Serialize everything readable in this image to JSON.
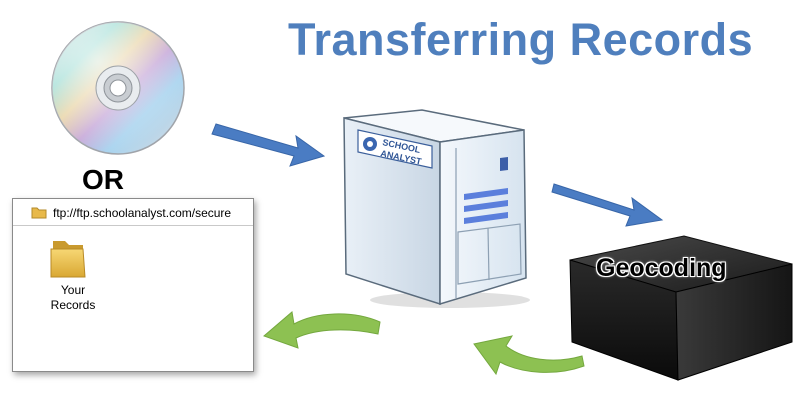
{
  "title": "Transferring Records",
  "or_label": "OR",
  "ftp": {
    "url": "ftp://ftp.schoolanalyst.com/secure",
    "folder_label_line1": "Your",
    "folder_label_line2": "Records"
  },
  "server_logo_line1": "SCHOOL",
  "server_logo_line2": "ANALYST",
  "geocoding_label": "Geocoding",
  "colors": {
    "title": "#4f7fbd",
    "blue_arrow": "#4a7cc3",
    "green_arrow": "#8dc152"
  },
  "icons": [
    "cd-disc-icon",
    "folder-icon",
    "server-icon",
    "black-box-icon"
  ]
}
